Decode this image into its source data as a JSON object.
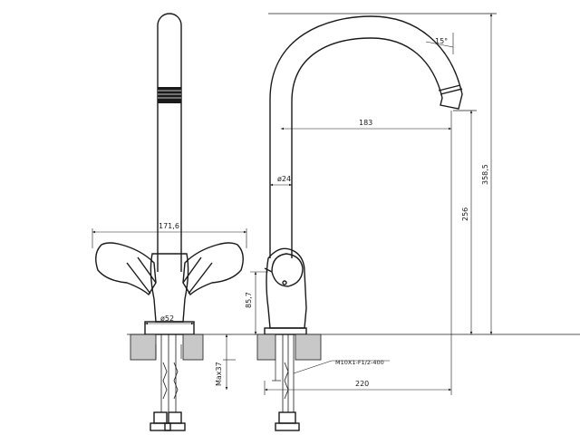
{
  "dimensions": {
    "handle_span": "171,6",
    "base_diameter": "ø52",
    "base_height": "85,7",
    "max_counter": "Max37",
    "spout_angle": "15°",
    "spout_reach": "183",
    "pipe_diameter": "ø24",
    "spout_height": "256",
    "total_height": "358,5",
    "overall_reach": "220",
    "thread_spec": "M10X1-F1/2-400"
  }
}
